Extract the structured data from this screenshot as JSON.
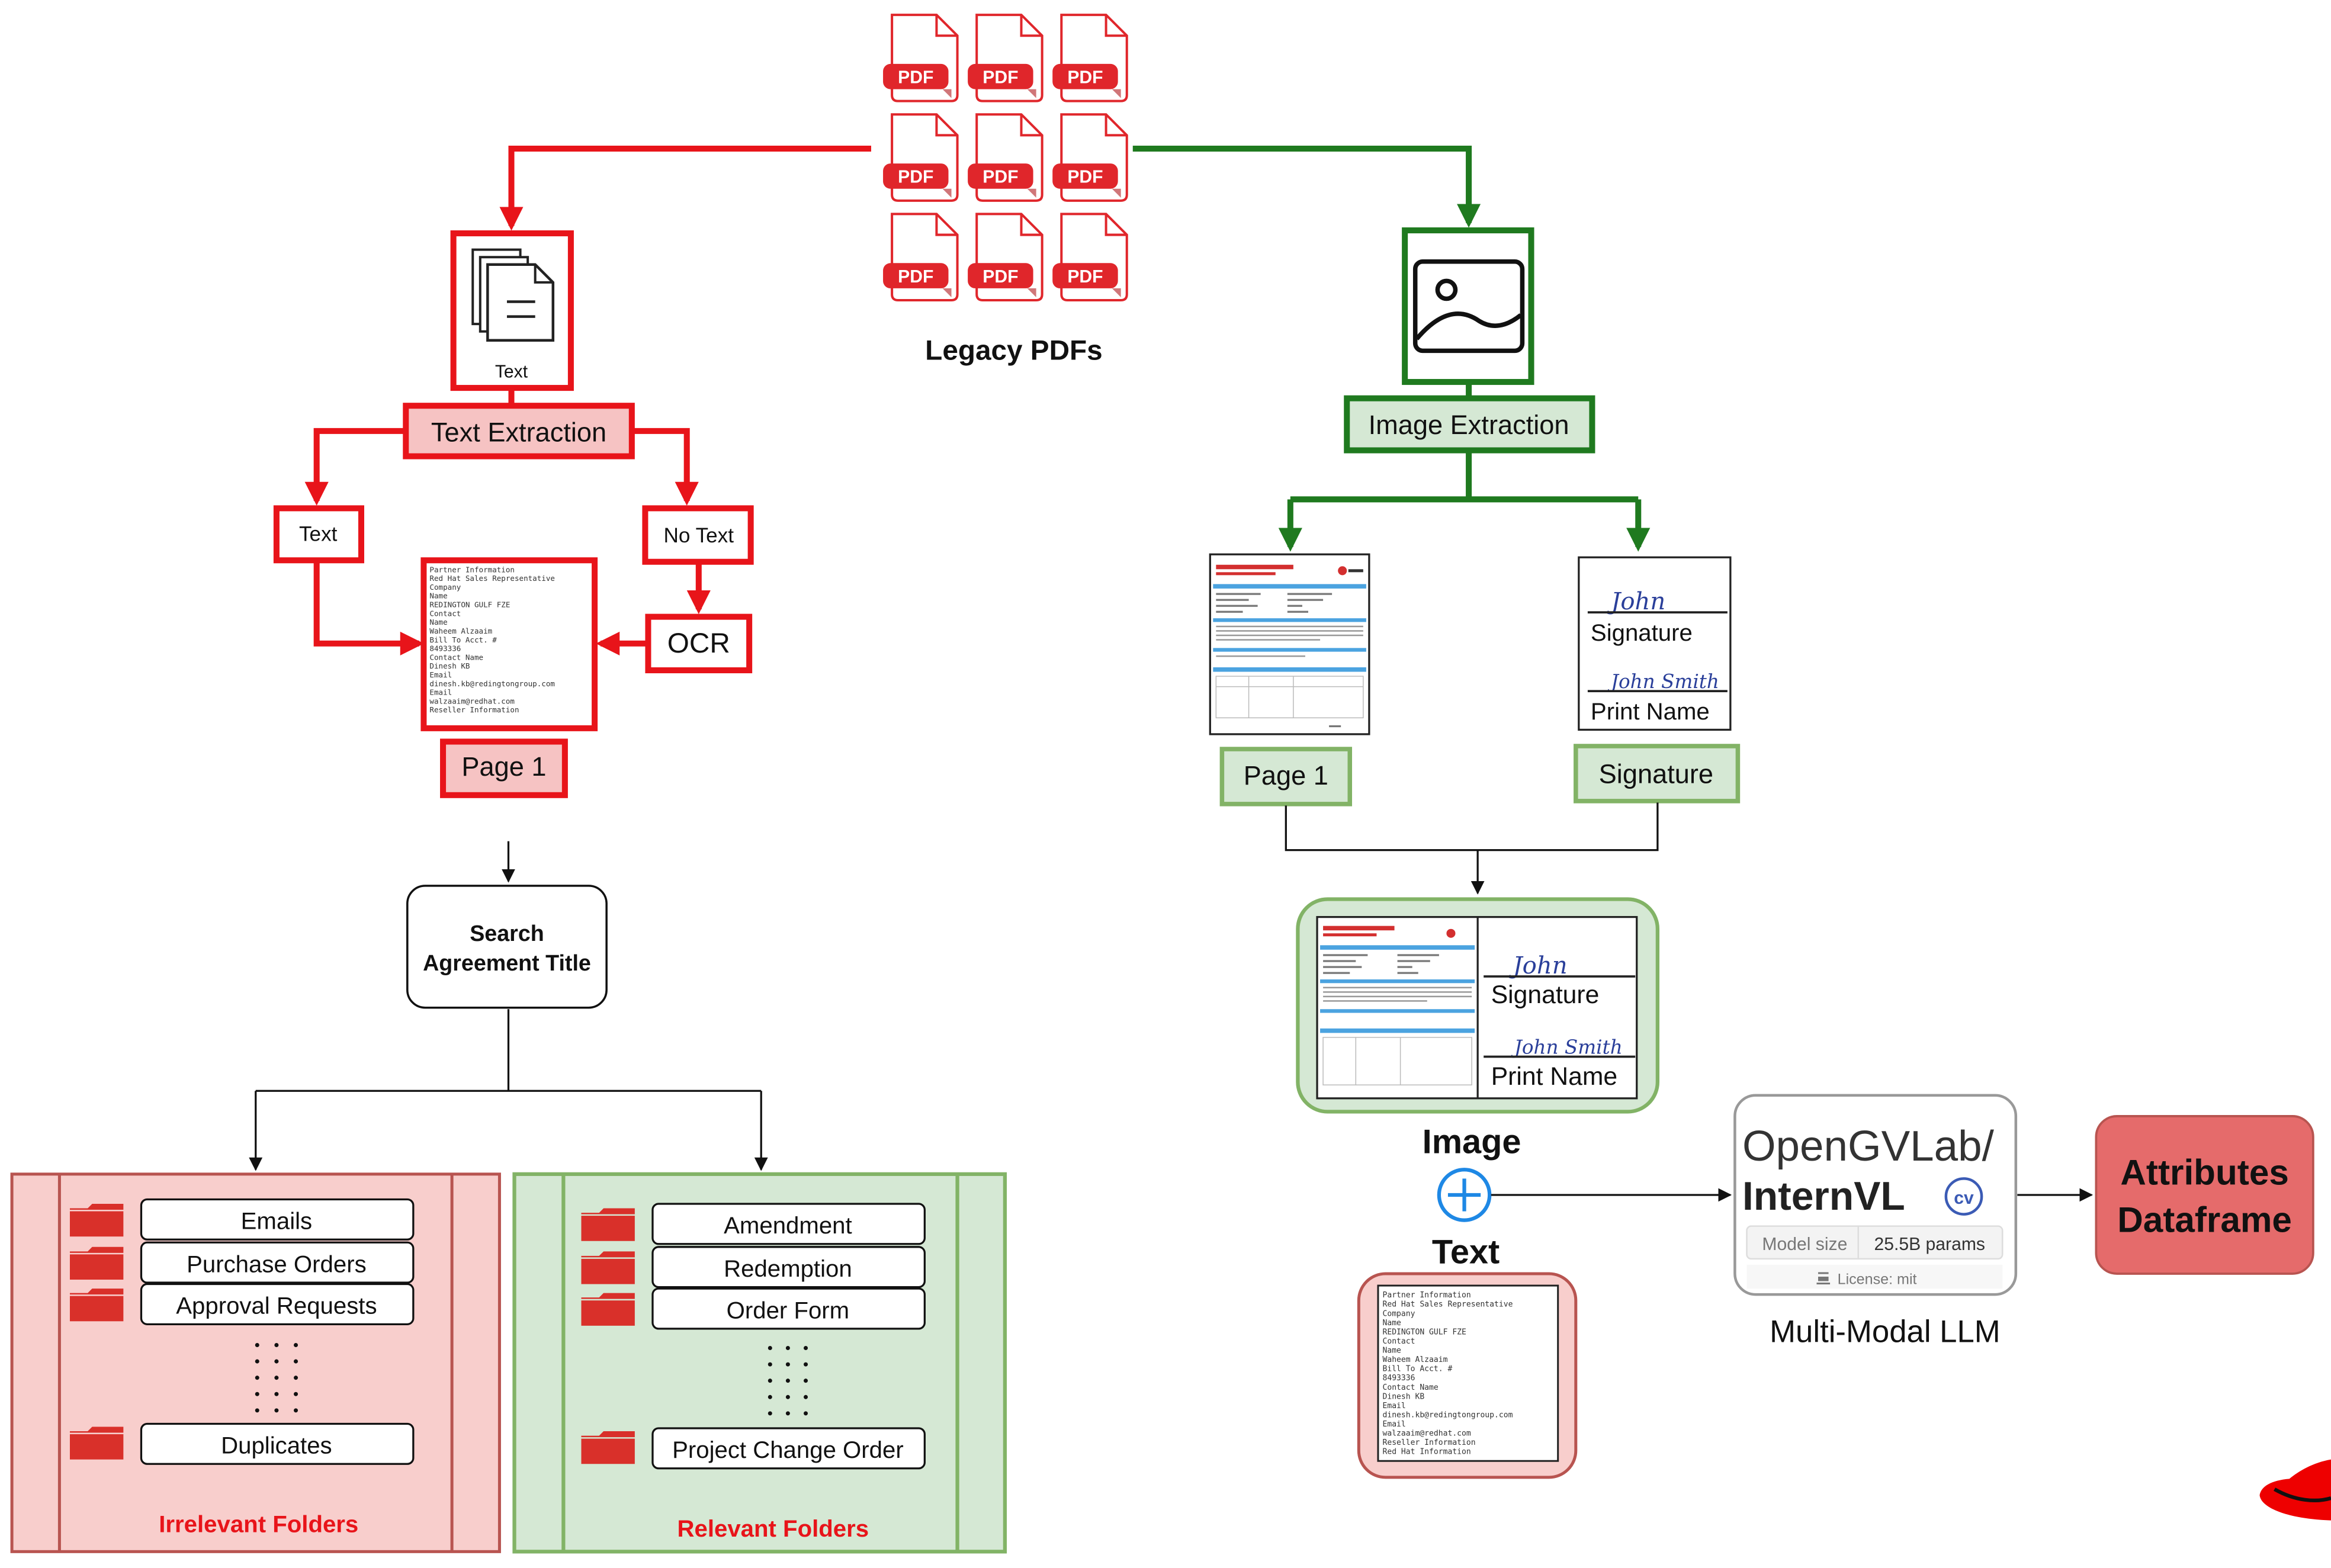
{
  "colors": {
    "red": "#e8141a",
    "red_fill": "#f6c3c3",
    "green": "#1f7a1f",
    "green_fill": "#d5e8d4",
    "green_border": "#82b366",
    "folder_red": "#d9302a",
    "llm_fill": "#e56b6b",
    "plus_blue": "#1e88e5"
  },
  "pdf": {
    "icon_label": "PDF",
    "caption": "Legacy PDFs"
  },
  "text_branch": {
    "doc_icon_label": "Text",
    "extraction": "Text Extraction",
    "text": "Text",
    "no_text": "No Text",
    "ocr": "OCR",
    "page": "Page 1",
    "page_lines": [
      "Partner Information",
      "Red Hat Sales Representative",
      "Company",
      "Name",
      "REDINGTON GULF FZE",
      "Contact",
      "Name",
      "Waheem Alzaaim",
      "Bill To Acct. #",
      "8493336",
      "Contact Name",
      "Dinesh KB",
      "Email",
      "dinesh.kb@redingtongroup.com",
      "Email",
      "walzaaim@redhat.com",
      "Reseller Information"
    ],
    "search": [
      "Search",
      "Agreement Title"
    ]
  },
  "folders": {
    "irrelevant": {
      "items": [
        "Emails",
        "Purchase Orders",
        "Approval Requests"
      ],
      "last": "Duplicates",
      "caption": "Irrelevant Folders"
    },
    "relevant": {
      "items": [
        "Amendment",
        "Redemption",
        "Order Form"
      ],
      "last": "Project Change Order",
      "caption": "Relevant Folders"
    }
  },
  "image_branch": {
    "extraction": "Image Extraction",
    "page": "Page 1",
    "signature": "Signature",
    "sig_script_first": "John",
    "sig_script_full": "John Smith",
    "sig_label": "Signature",
    "print_label": "Print Name"
  },
  "combine": {
    "image": "Image",
    "text": "Text",
    "text_lines": [
      "Partner Information",
      "Red Hat Sales Representative",
      "Company",
      "Name",
      "REDINGTON GULF FZE",
      "Contact",
      "Name",
      "Waheem Alzaaim",
      "Bill To Acct. #",
      "8493336",
      "Contact Name",
      "Dinesh KB",
      "Email",
      "dinesh.kb@redingtongroup.com",
      "Email",
      "walzaaim@redhat.com",
      "Reseller Information",
      "Red Hat Information"
    ]
  },
  "llm": {
    "org": "OpenGVLab/",
    "model": "InternVL",
    "size_label": "Model size",
    "size_value": "25.5B params",
    "license": "License: mit",
    "caption": "Multi-Modal LLM"
  },
  "output": {
    "line1": "Attributes",
    "line2": "Dataframe"
  }
}
